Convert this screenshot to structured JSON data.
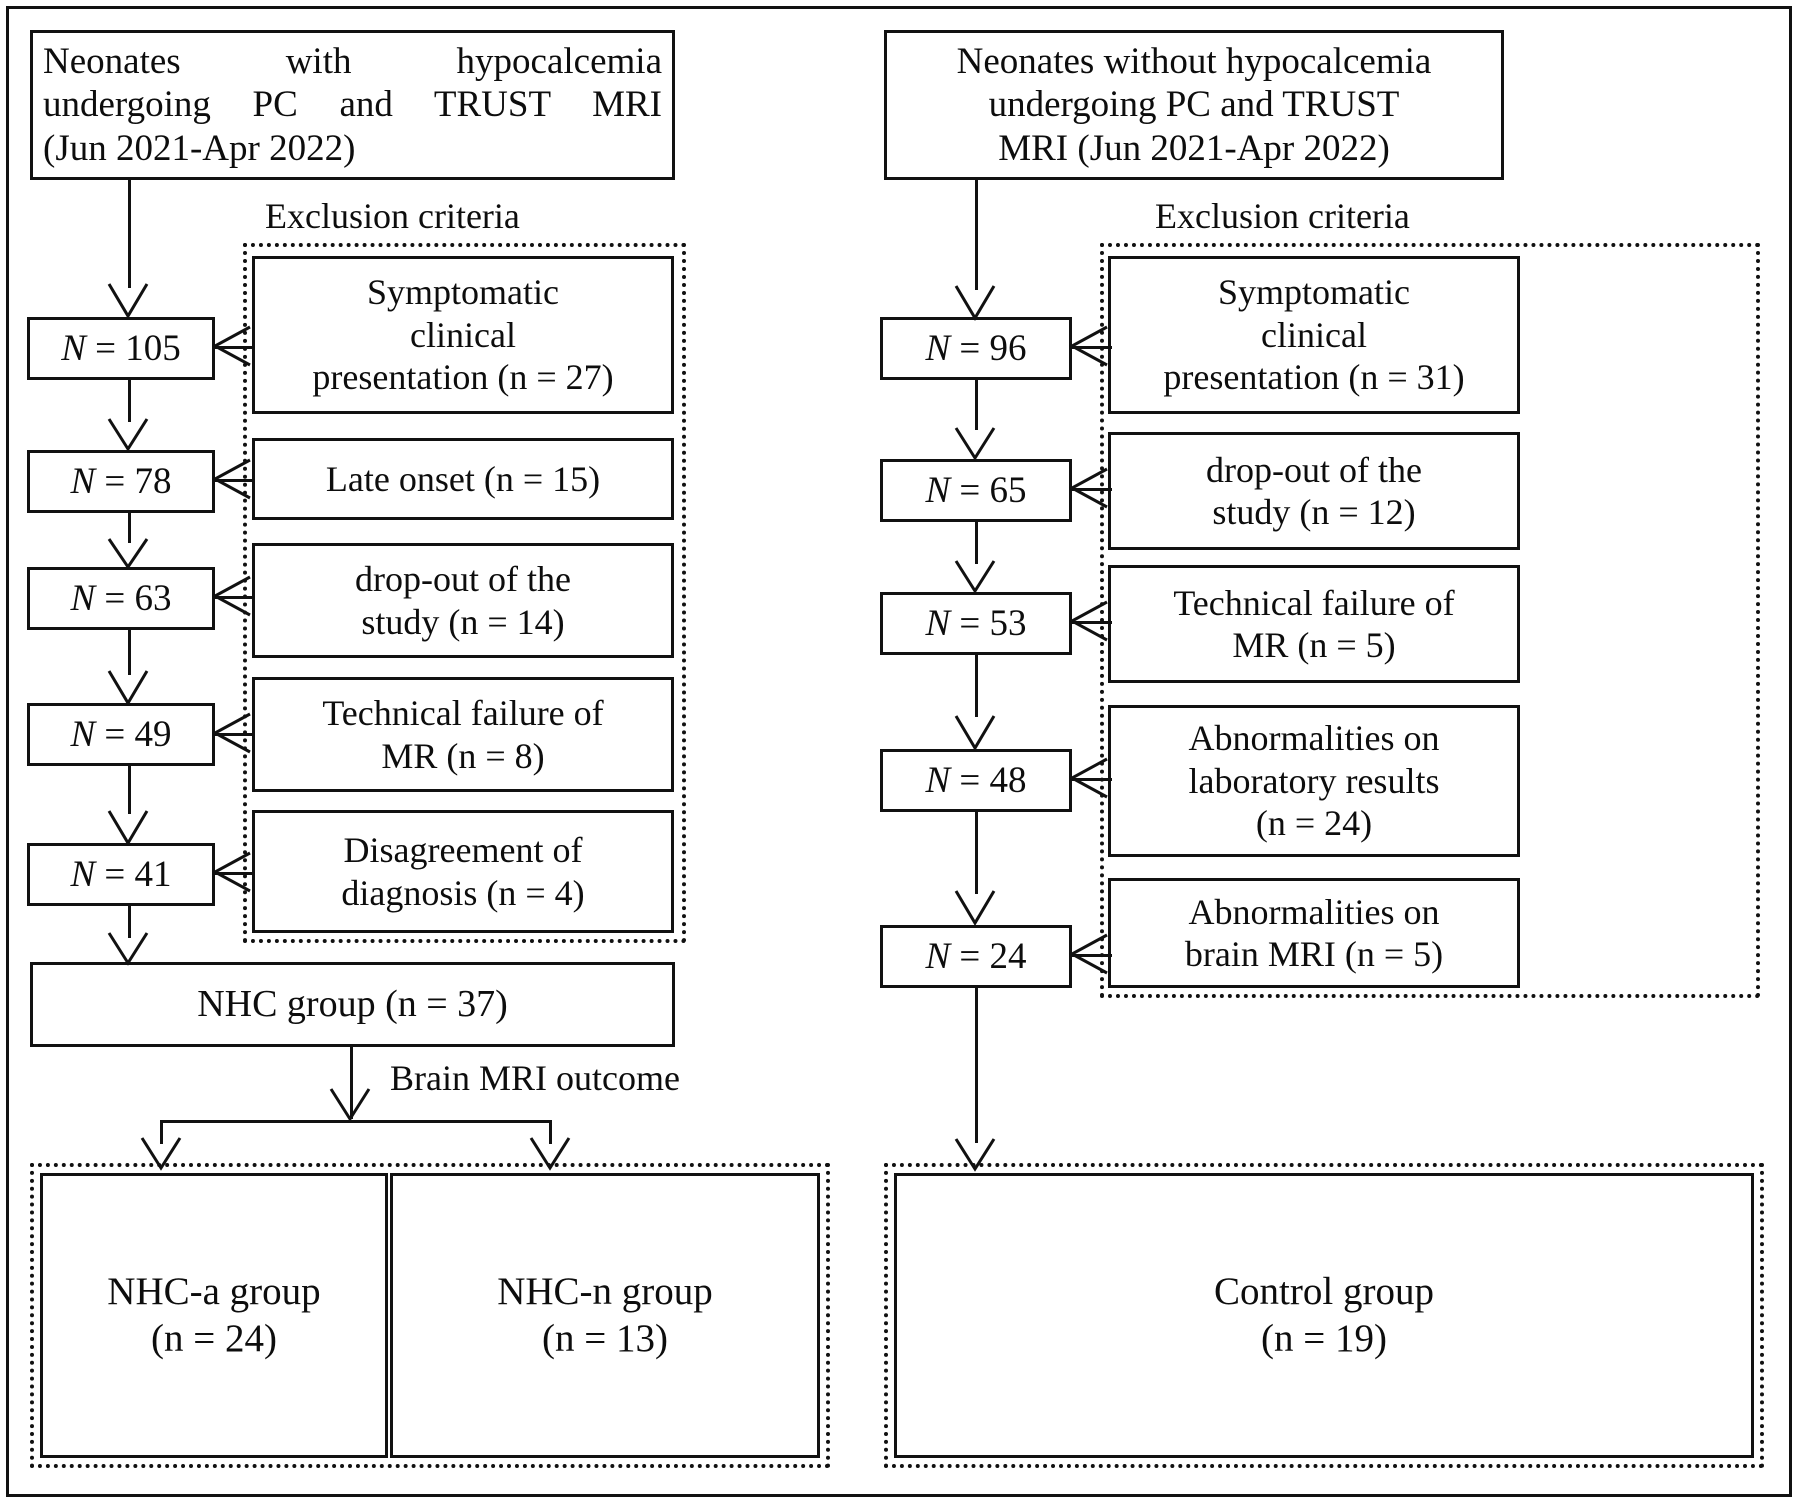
{
  "diagram": {
    "title_left": "Neonates with hypocalcemia undergoing PC and TRUST MRI (Jun 2021-Apr 2022)",
    "title_right": "Neonates without hypocalcemia undergoing PC and TRUST MRI (Jun 2021-Apr 2022)"
  },
  "left": {
    "header_line1": "Neonates with hypocalcemia",
    "header_line2": "undergoing PC and TRUST MRI",
    "header_line3": "(Jun 2021-Apr 2022)",
    "exclusion_label": "Exclusion criteria",
    "counts": [
      {
        "label": "N = 105",
        "n_italic": "N",
        "value": "105"
      },
      {
        "label": "N = 78",
        "n_italic": "N",
        "value": "78"
      },
      {
        "label": "N = 63",
        "n_italic": "N",
        "value": "63"
      },
      {
        "label": "N = 49",
        "n_italic": "N",
        "value": "49"
      },
      {
        "label": "N = 41",
        "n_italic": "N",
        "value": "41"
      }
    ],
    "criteria": [
      {
        "line1": "Symptomatic",
        "line2": "clinical",
        "line3": "presentation (n = 27)",
        "n": 27
      },
      {
        "line1": "Late onset (n = 15)",
        "line2": "",
        "line3": "",
        "n": 15
      },
      {
        "line1": "drop-out of the",
        "line2": "study (n = 14)",
        "line3": "",
        "n": 14
      },
      {
        "line1": "Technical failure of",
        "line2": "MR (n = 8)",
        "line3": "",
        "n": 8
      },
      {
        "line1": "Disagreement of",
        "line2": "diagnosis (n = 4)",
        "line3": "",
        "n": 4
      }
    ],
    "group_box": "NHC group (n = 37)",
    "outcome_label": "Brain MRI outcome",
    "subgroups": [
      {
        "line1": "NHC-a group",
        "line2": "(n = 24)",
        "n": 24
      },
      {
        "line1": "NHC-n group",
        "line2": "(n = 13)",
        "n": 13
      }
    ]
  },
  "right": {
    "header_line1": "Neonates without hypocalcemia",
    "header_line2": "undergoing PC and TRUST",
    "header_line3": "MRI (Jun 2021-Apr 2022)",
    "exclusion_label": "Exclusion criteria",
    "counts": [
      {
        "label": "N = 96",
        "n_italic": "N",
        "value": "96"
      },
      {
        "label": "N = 65",
        "n_italic": "N",
        "value": "65"
      },
      {
        "label": "N = 53",
        "n_italic": "N",
        "value": "53"
      },
      {
        "label": "N = 48",
        "n_italic": "N",
        "value": "48"
      },
      {
        "label": "N = 24",
        "n_italic": "N",
        "value": "24"
      }
    ],
    "criteria": [
      {
        "line1": "Symptomatic",
        "line2": "clinical",
        "line3": "presentation (n = 31)",
        "n": 31
      },
      {
        "line1": "drop-out of the",
        "line2": "study (n = 12)",
        "line3": "",
        "n": 12
      },
      {
        "line1": "Technical failure of",
        "line2": "MR (n = 5)",
        "line3": "",
        "n": 5
      },
      {
        "line1": "Abnormalities on",
        "line2": "laboratory results",
        "line3": "(n = 24)",
        "n": 24
      },
      {
        "line1": "Abnormalities on",
        "line2": "brain MRI (n = 5)",
        "line3": "",
        "n": 5
      }
    ],
    "final_group": {
      "line1": "Control group",
      "line2": "(n = 19)",
      "n": 19
    }
  },
  "colors": {
    "stroke": "#111111",
    "background": "#ffffff"
  }
}
